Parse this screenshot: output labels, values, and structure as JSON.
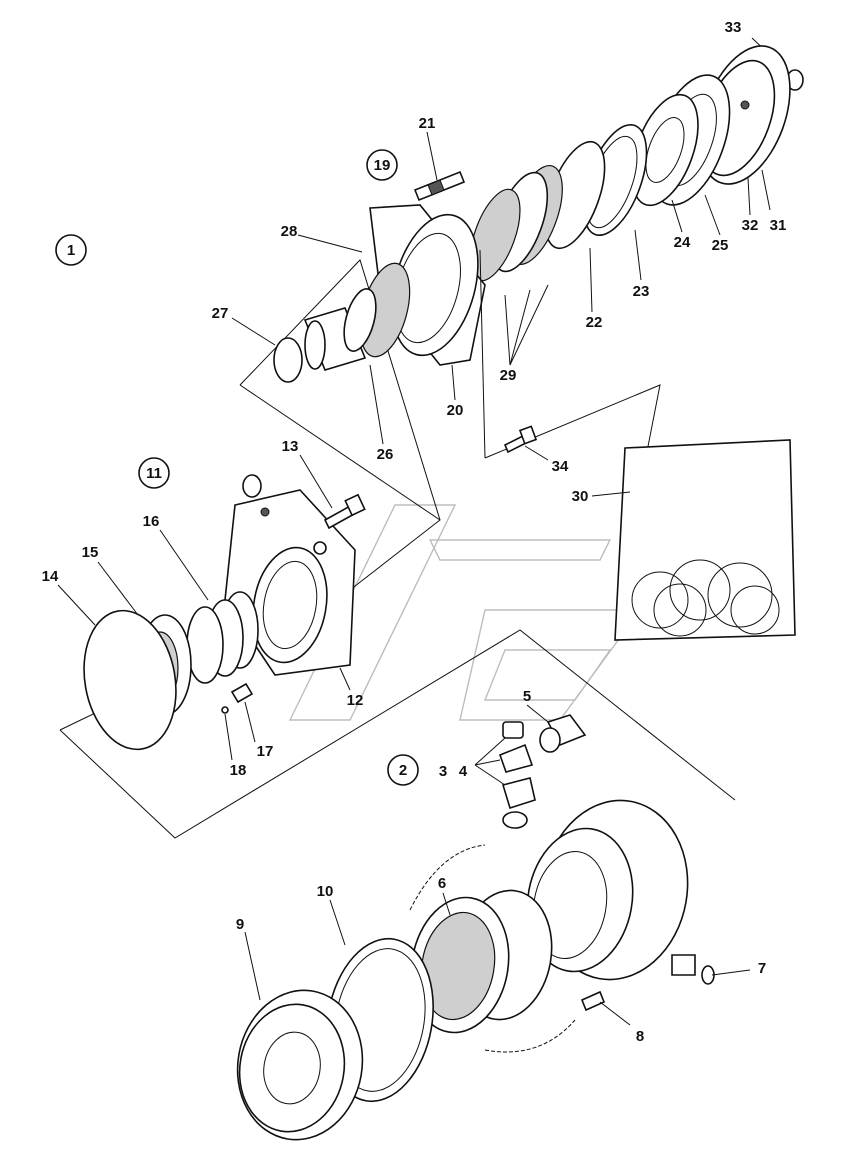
{
  "groups": [
    {
      "id": "g1",
      "label": "1"
    },
    {
      "id": "g2",
      "label": "2"
    },
    {
      "id": "g11",
      "label": "11"
    },
    {
      "id": "g19",
      "label": "19"
    }
  ],
  "callouts": [
    {
      "id": "c33",
      "label": "33"
    },
    {
      "id": "c21",
      "label": "21"
    },
    {
      "id": "c32",
      "label": "32"
    },
    {
      "id": "c31",
      "label": "31"
    },
    {
      "id": "c28",
      "label": "28"
    },
    {
      "id": "c25",
      "label": "25"
    },
    {
      "id": "c24",
      "label": "24"
    },
    {
      "id": "c23",
      "label": "23"
    },
    {
      "id": "c27",
      "label": "27"
    },
    {
      "id": "c22",
      "label": "22"
    },
    {
      "id": "c29",
      "label": "29"
    },
    {
      "id": "c20",
      "label": "20"
    },
    {
      "id": "c26",
      "label": "26"
    },
    {
      "id": "c13",
      "label": "13"
    },
    {
      "id": "c34",
      "label": "34"
    },
    {
      "id": "c30",
      "label": "30"
    },
    {
      "id": "c16",
      "label": "16"
    },
    {
      "id": "c15",
      "label": "15"
    },
    {
      "id": "c14",
      "label": "14"
    },
    {
      "id": "c12",
      "label": "12"
    },
    {
      "id": "c5",
      "label": "5"
    },
    {
      "id": "c17",
      "label": "17"
    },
    {
      "id": "c18",
      "label": "18"
    },
    {
      "id": "c3",
      "label": "3"
    },
    {
      "id": "c4",
      "label": "4"
    },
    {
      "id": "c6",
      "label": "6"
    },
    {
      "id": "c10",
      "label": "10"
    },
    {
      "id": "c9",
      "label": "9"
    },
    {
      "id": "c7",
      "label": "7"
    },
    {
      "id": "c8",
      "label": "8"
    }
  ]
}
